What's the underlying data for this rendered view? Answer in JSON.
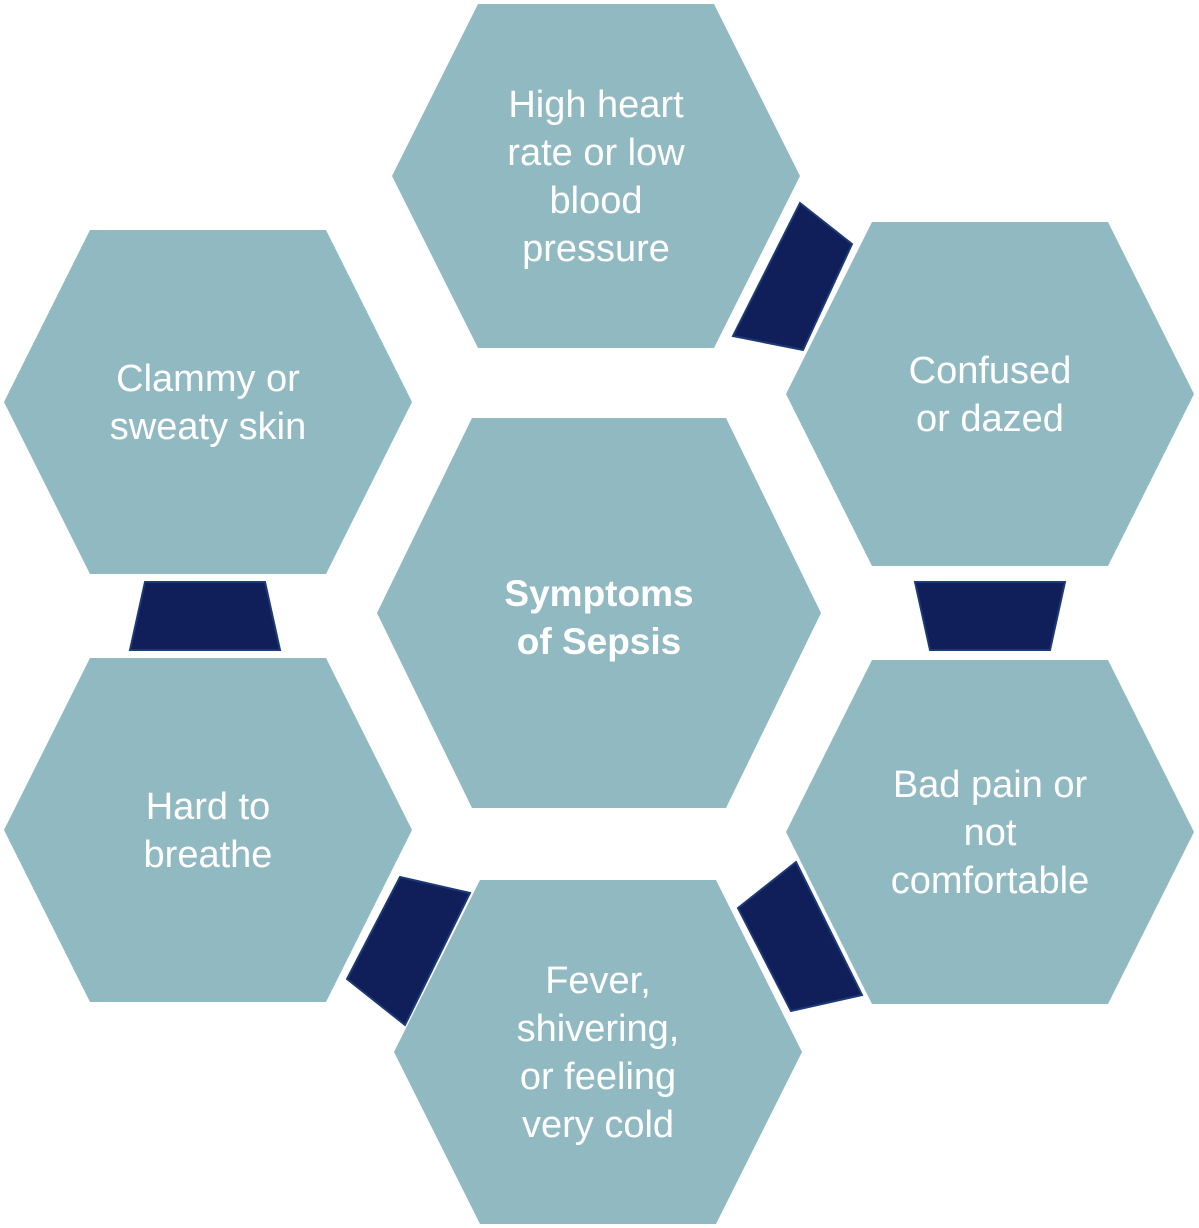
{
  "diagram": {
    "center": {
      "lines": [
        "Symptoms",
        "of Sepsis"
      ]
    },
    "symptoms": [
      {
        "id": "heart",
        "lines": [
          "High heart",
          "rate or low",
          "blood",
          "pressure"
        ]
      },
      {
        "id": "confused",
        "lines": [
          "Confused",
          "or dazed"
        ]
      },
      {
        "id": "pain",
        "lines": [
          "Bad pain or",
          "not",
          "comfortable"
        ]
      },
      {
        "id": "fever",
        "lines": [
          "Fever,",
          "shivering,",
          "or feeling",
          "very cold"
        ]
      },
      {
        "id": "breathe",
        "lines": [
          "Hard to",
          "breathe"
        ]
      },
      {
        "id": "clammy",
        "lines": [
          "Clammy or",
          "sweaty skin"
        ]
      }
    ],
    "colors": {
      "hexagon": "#91b9c2",
      "connector": "#101f59",
      "connector_border": "#1d3a78",
      "text": "#ffffff"
    }
  }
}
